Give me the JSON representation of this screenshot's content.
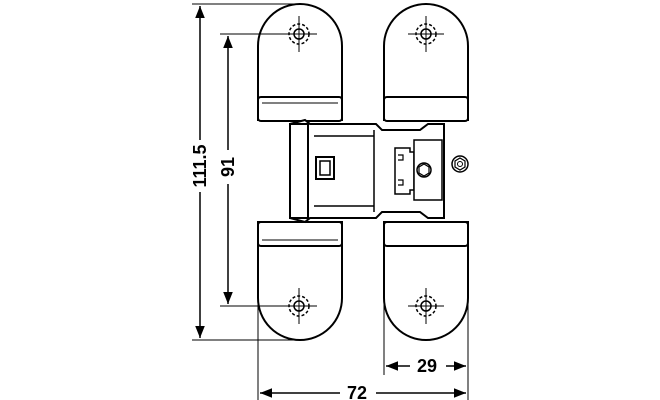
{
  "drawing": {
    "dimensions": {
      "overall_height": "111.5",
      "hole_spacing": "91",
      "overall_width": "72",
      "leaf_width": "29"
    },
    "colors": {
      "line": "#000000",
      "background": "#ffffff"
    }
  }
}
